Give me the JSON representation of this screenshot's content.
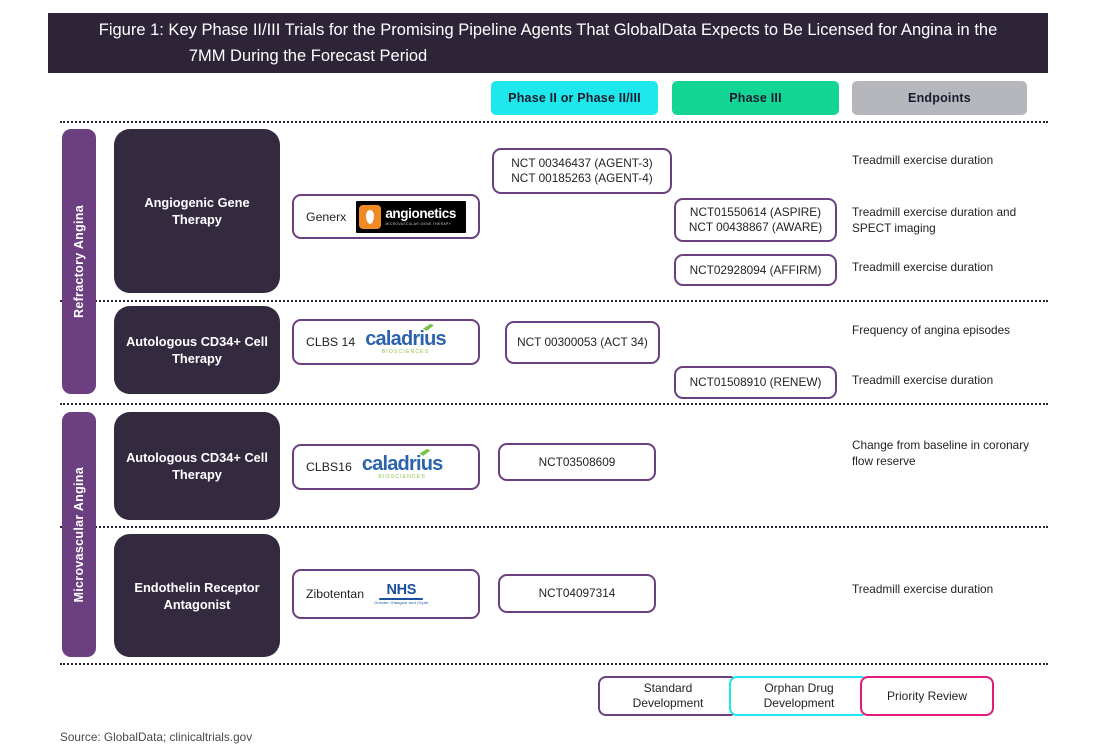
{
  "figure": {
    "title_line1": "Figure 1: Key Phase II/III Trials for the Promising Pipeline Agents That GlobalData Expects to Be Licensed for Angina in the",
    "title_line2": "7MM During the Forecast Period",
    "source": "Source: GlobalData; clinicaltrials.gov"
  },
  "colors": {
    "title_bar": "#2E2438",
    "phase2_header": "#1EE8EC",
    "phase3_header": "#13D695",
    "endpoints_header": "#B6B7BC",
    "indication_bar": "#6B3F80",
    "class_box": "#342A40",
    "outline": "#6B3F80",
    "orphan": "#1EE8EC",
    "priority": "#E2197F"
  },
  "columns": [
    {
      "id": "phase2",
      "label": "Phase II or Phase II/III"
    },
    {
      "id": "phase3",
      "label": "Phase III"
    },
    {
      "id": "endpoints",
      "label": "Endpoints"
    }
  ],
  "indications": [
    {
      "id": "refractory",
      "label": "Refractory Angina"
    },
    {
      "id": "microvascular",
      "label": "Microvascular Angina"
    }
  ],
  "therapy_classes": [
    {
      "id": "angiogenic",
      "label": "Angiogenic Gene Therapy"
    },
    {
      "id": "cd34-refractory",
      "label": "Autologous CD34+ Cell Therapy"
    },
    {
      "id": "cd34-microvascular",
      "label": "Autologous CD34+ Cell Therapy"
    },
    {
      "id": "endothelin",
      "label": "Endothelin Receptor Antagonist"
    }
  ],
  "drugs": [
    {
      "id": "generx",
      "name": "Generx",
      "logo": "angionetics-logo",
      "logo_text": {
        "primary": "angionetics",
        "secondary": "MICROVASCULAR GENE THERAPY"
      }
    },
    {
      "id": "clbs14",
      "name": "CLBS 14",
      "logo": "caladrius-logo",
      "logo_text": {
        "primary": "caladrius",
        "secondary": "BIOSCIENCES"
      }
    },
    {
      "id": "clbs16",
      "name": "CLBS16",
      "logo": "caladrius-logo",
      "logo_text": {
        "primary": "caladrius",
        "secondary": "BIOSCIENCES"
      }
    },
    {
      "id": "zibotentan",
      "name": "Zibotentan",
      "logo": "nhs-logo",
      "logo_text": {
        "primary": "NHS",
        "secondary": "Greater Glasgow and Clyde"
      }
    }
  ],
  "trials": {
    "agent": {
      "line1": "NCT 00346437 (AGENT-3)",
      "line2": "NCT 00185263 (AGENT-4)"
    },
    "aspire_aware": {
      "line1": "NCT01550614 (ASPIRE)",
      "line2": "NCT 00438867 (AWARE)"
    },
    "affirm": {
      "line1": "NCT02928094 (AFFIRM)"
    },
    "act34": {
      "line1": "NCT 00300053 (ACT 34)"
    },
    "renew": {
      "line1": "NCT01508910 (RENEW)"
    },
    "nct03508609": {
      "line1": "NCT03508609"
    },
    "nct04097314": {
      "line1": "NCT04097314"
    }
  },
  "endpoints": {
    "ep1": "Treadmill exercise duration",
    "ep2": "Treadmill exercise duration and SPECT imaging",
    "ep3": "Treadmill exercise duration",
    "ep4": "Frequency of angina episodes",
    "ep5": "Treadmill exercise duration",
    "ep6": "Change from baseline in coronary flow reserve",
    "ep7": "Treadmill exercise duration"
  },
  "legend": [
    {
      "id": "standard",
      "line1": "Standard",
      "line2": "Development",
      "color": "#6B3F80"
    },
    {
      "id": "orphan",
      "line1": "Orphan Drug",
      "line2": "Development",
      "color": "#1EE8EC"
    },
    {
      "id": "priority",
      "line1": "Priority Review",
      "line2": "",
      "color": "#E2197F"
    }
  ]
}
